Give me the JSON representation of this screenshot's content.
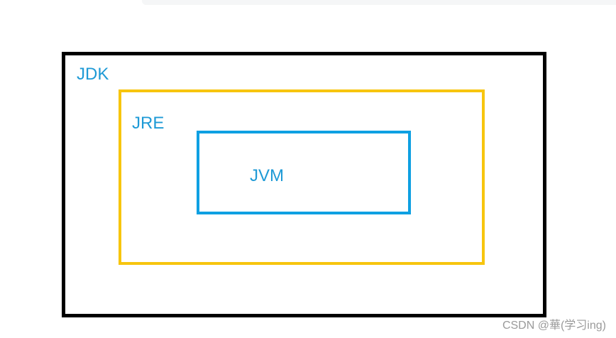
{
  "diagram": {
    "outer": {
      "label": "JDK",
      "border_color": "#000000"
    },
    "middle": {
      "label": "JRE",
      "border_color": "#f7c50e"
    },
    "inner": {
      "label": "JVM",
      "border_color": "#0ea0e2"
    },
    "label_color": "#1e9ad6"
  },
  "watermark": "CSDN @華(学习ing)"
}
